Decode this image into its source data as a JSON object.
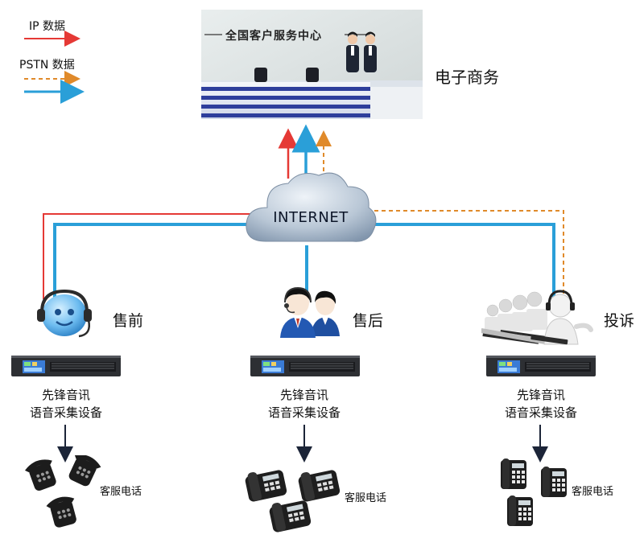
{
  "legend": {
    "ip_label": "IP 数据",
    "pstn_label": "PSTN 数据",
    "colors": {
      "ip": "#e53935",
      "pstn": "#e08a2a",
      "link": "#2a9fd8"
    }
  },
  "top": {
    "banner_text": "全国客户服务中心",
    "title": "电子商务"
  },
  "cloud": {
    "label": "INTERNET"
  },
  "nodes": [
    {
      "label": "售前",
      "device_label_1": "先锋音讯",
      "device_label_2": "语音采集设备",
      "phone_label": "客服电话"
    },
    {
      "label": "售后",
      "device_label_1": "先锋音讯",
      "device_label_2": "语音采集设备",
      "phone_label": "客服电话"
    },
    {
      "label": "投诉",
      "device_label_1": "先锋音讯",
      "device_label_2": "语音采集设备",
      "phone_label": "客服电话"
    }
  ]
}
